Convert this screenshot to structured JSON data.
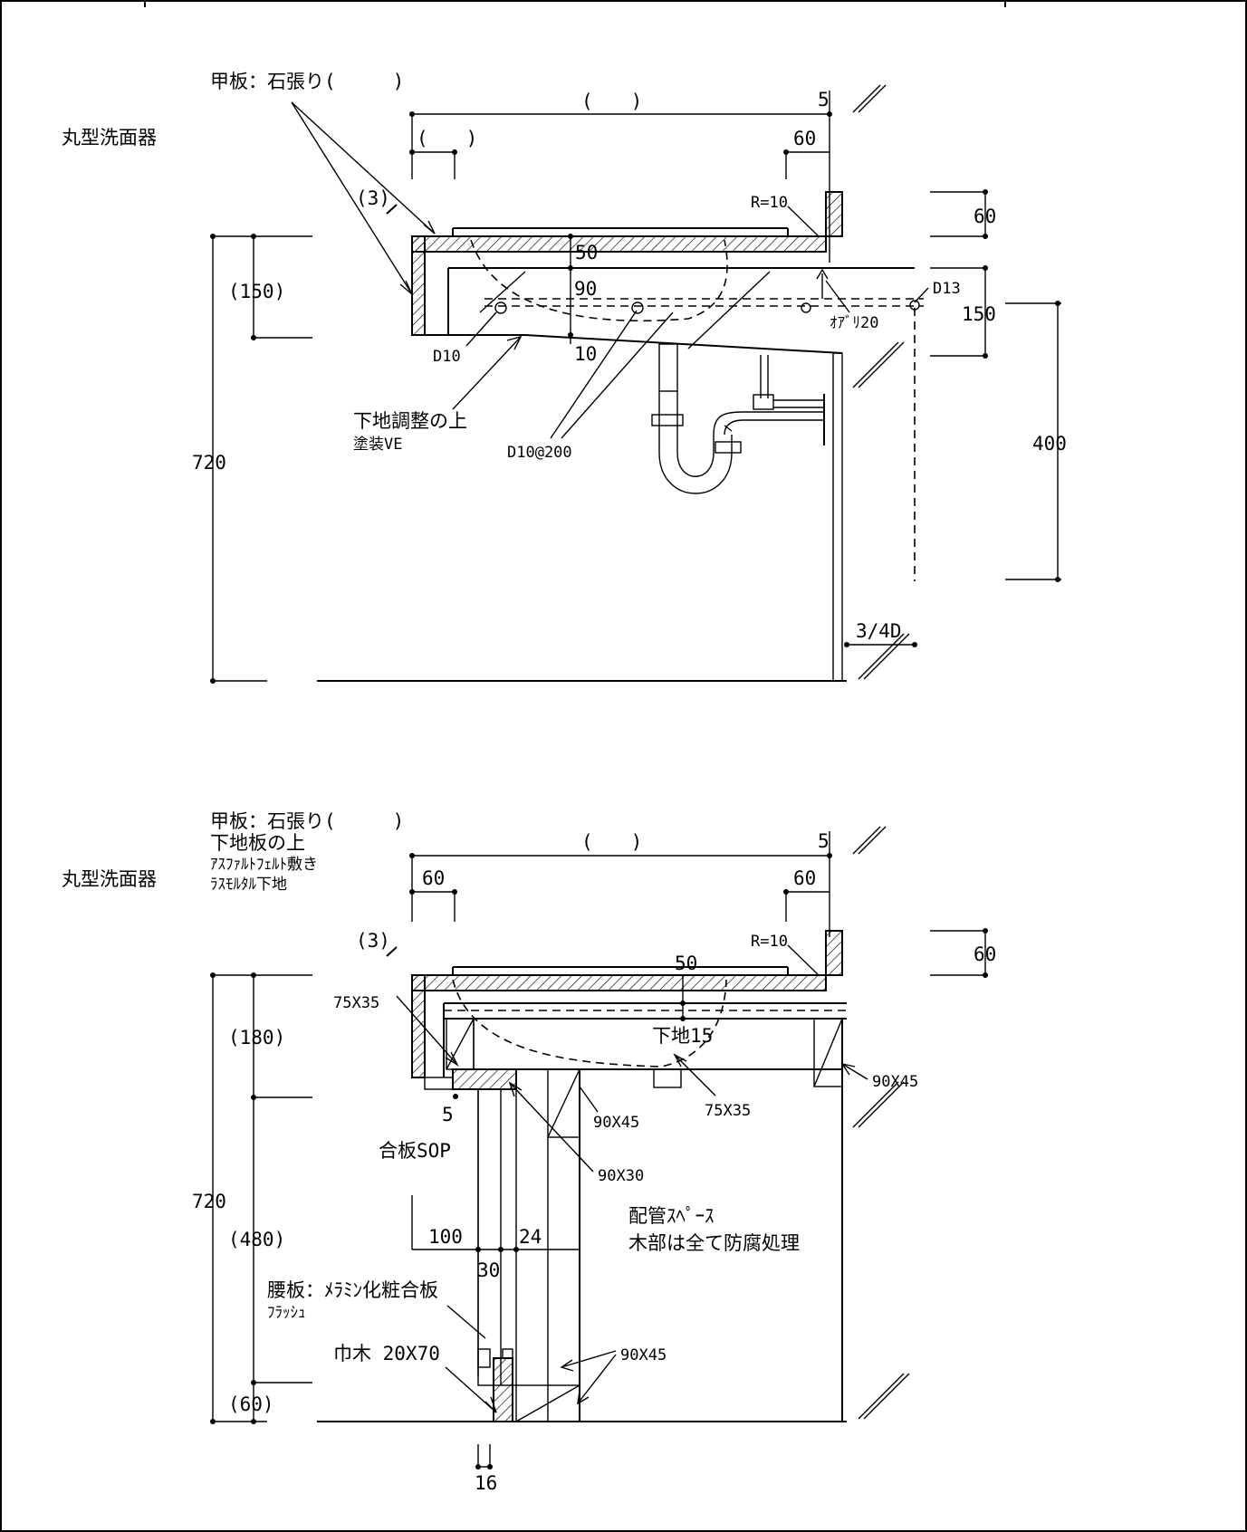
{
  "colors": {
    "line": "#000000",
    "paper": "#ffffff"
  },
  "upper": {
    "title": "丸型洗面器",
    "top_note": "甲板：石張り(　　　)",
    "dims": {
      "overall": "(　　)",
      "left_paren": "(　　)",
      "right_60": "60",
      "edge_5": "5",
      "h_60": "60",
      "h_150_right": "150",
      "h_400": "400",
      "h_720": "720",
      "h_150_left": "(150)",
      "d_50": "50",
      "d_90": "90",
      "d_10": "10",
      "d_3": "(3)",
      "r10": "R=10",
      "d_3_4": "3/4D"
    },
    "labels": {
      "d10": "D10",
      "d10at200": "D10@200",
      "d13": "D13",
      "aori": "ｵｱﾞﾘ20",
      "paint_1": "下地調整の上",
      "paint_2": "塗装VE"
    }
  },
  "lower": {
    "title": "丸型洗面器",
    "notes": [
      "甲板：石張り(　　　)",
      "下地板の上",
      "ｱｽﾌｧﾙﾄﾌｪﾙﾄ敷き",
      "ﾗｽﾓﾙﾀﾙ下地"
    ],
    "dims": {
      "overall": "(　　)",
      "left_60": "60",
      "right_60": "60",
      "edge_5": "5",
      "h_60": "60",
      "d_3": "(3)",
      "r10": "R=10",
      "d_50": "50",
      "shita_15": "下地15",
      "h_180": "(180)",
      "h_480": "(480)",
      "h_60_bottom": "(60)",
      "h_720": "720",
      "d_5": "5",
      "d_100": "100",
      "d_24": "24",
      "d_30": "30",
      "d_16": "16"
    },
    "labels": {
      "m75x35_a": "75X35",
      "m75x35_b": "75X35",
      "m90x45_a": "90X45",
      "m90x45_b": "90X45",
      "m90x45_c": "90X45",
      "m90x30": "90X30",
      "plywood": "合板SOP",
      "piping_1": "配管ｽﾍﾟｰｽ",
      "piping_2": "木部は全て防腐処理",
      "koshi_1": "腰板：ﾒﾗﾐﾝ化粧合板",
      "koshi_2": "ﾌﾗｯｼｭ",
      "habaki": "巾木 20X70"
    }
  }
}
